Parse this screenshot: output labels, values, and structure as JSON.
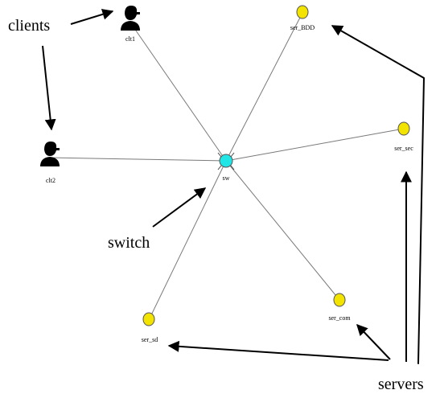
{
  "colors": {
    "server_fill": "#f2e400",
    "switch_fill": "#22e6e6",
    "client_fill": "#000000",
    "link": "#7a7a7a",
    "arrow": "#000000"
  },
  "annotations": {
    "clients": "clients",
    "switch": "switch",
    "servers": "servers"
  },
  "nodes": {
    "clt1": {
      "label": "clt1",
      "kind": "client",
      "icon": "client-icon"
    },
    "clt2": {
      "label": "clt2",
      "kind": "client",
      "icon": "client-icon"
    },
    "sw": {
      "label": "sw",
      "kind": "switch",
      "icon": "switch-icon"
    },
    "ser_BDD": {
      "label": "ser_BDD",
      "kind": "server",
      "icon": "server-icon"
    },
    "ser_sec": {
      "label": "ser_sec",
      "kind": "server",
      "icon": "server-icon"
    },
    "ser_com": {
      "label": "ser_com",
      "kind": "server",
      "icon": "server-icon"
    },
    "ser_sd": {
      "label": "ser_sd",
      "kind": "server",
      "icon": "server-icon"
    }
  },
  "links": [
    [
      "sw",
      "clt1"
    ],
    [
      "sw",
      "clt2"
    ],
    [
      "sw",
      "ser_BDD"
    ],
    [
      "sw",
      "ser_sec"
    ],
    [
      "sw",
      "ser_com"
    ],
    [
      "sw",
      "ser_sd"
    ]
  ]
}
